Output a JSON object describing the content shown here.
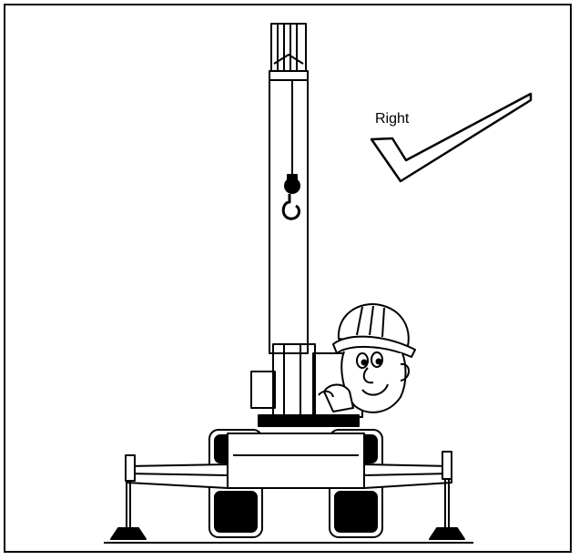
{
  "illustration": {
    "label": "Right",
    "stroke_color": "#000000",
    "background_color": "#ffffff",
    "icons": [
      "checkmark-icon",
      "crane-illustration",
      "worker-with-hardhat"
    ]
  }
}
